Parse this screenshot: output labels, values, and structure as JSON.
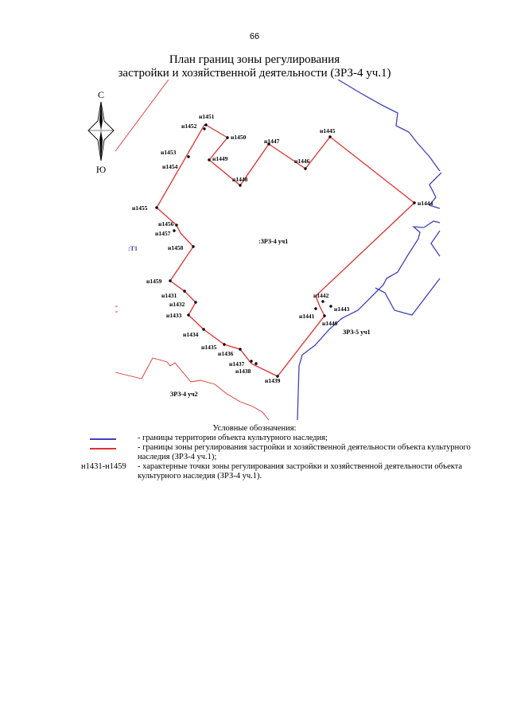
{
  "page_number": "66",
  "title": {
    "line1": "План границ зоны регулирования",
    "line2": "застройки и хозяйственной деятельности (ЗРЗ-4 уч.1)"
  },
  "compass": {
    "north": "С",
    "south": "Ю"
  },
  "colors": {
    "heritage_boundary": "#4040c0",
    "zone_boundary": "#e03030",
    "cadastral": "#e03030"
  },
  "zones": {
    "main": ":ЗРЗ-4 уч1",
    "zrz5": "ЗРЗ-5 уч1",
    "zrz4_2": "ЗРЗ-4 уч2",
    "t1": ":Т1"
  },
  "points": [
    {
      "name": "н1451"
    },
    {
      "name": "н1452"
    },
    {
      "name": "н1450"
    },
    {
      "name": "н1447"
    },
    {
      "name": "н1445"
    },
    {
      "name": "н1453"
    },
    {
      "name": "н1449"
    },
    {
      "name": "н1446"
    },
    {
      "name": "н1454"
    },
    {
      "name": "н1448"
    },
    {
      "name": "н1455"
    },
    {
      "name": "н1444"
    },
    {
      "name": "н1456"
    },
    {
      "name": "н1457"
    },
    {
      "name": "н1458"
    },
    {
      "name": "н1459"
    },
    {
      "name": "н1442"
    },
    {
      "name": "н1431"
    },
    {
      "name": "н1432"
    },
    {
      "name": "н1443"
    },
    {
      "name": "н1433"
    },
    {
      "name": "н1441"
    },
    {
      "name": "н1440"
    },
    {
      "name": "н1434"
    },
    {
      "name": "н1435"
    },
    {
      "name": "н1436"
    },
    {
      "name": "н1437"
    },
    {
      "name": "н1438"
    },
    {
      "name": "н1439"
    }
  ],
  "legend": {
    "heading": "Условные обозначения:",
    "items": [
      {
        "swatch": "blue",
        "code": "",
        "text": "- границы территории объекта культурного наследия;"
      },
      {
        "swatch": "red",
        "code": "",
        "text": "- границы зоны регулирования застройки и хозяйственной деятельности объекта культурного наследия (ЗРЗ-4 уч.1);"
      },
      {
        "swatch": "none",
        "code": "н1431-н1459",
        "text": "- характерные точки зоны регулирования застройки и хозяйственной деятельности объекта культурного наследия (ЗРЗ-4 уч.1)."
      }
    ]
  }
}
